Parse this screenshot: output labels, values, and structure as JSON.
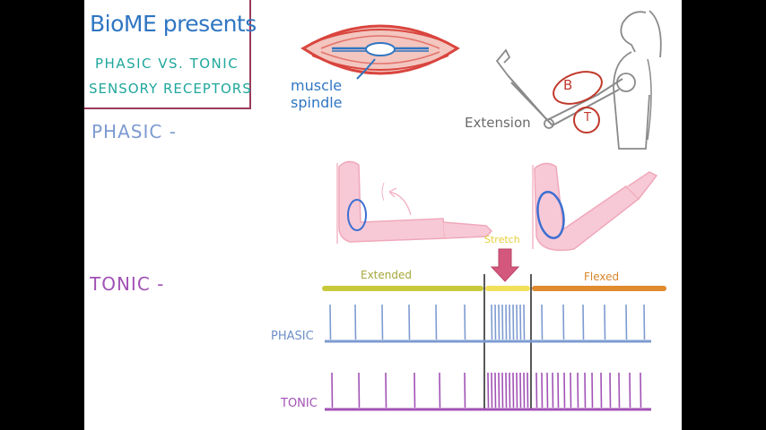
{
  "title": {
    "main": "BioME presents",
    "line1": "PHASIC VS. TONIC",
    "line2": "SENSORY RECEPTORS"
  },
  "headings": {
    "phasic": "PHASIC -",
    "tonic": "TONIC -"
  },
  "illustrations": {
    "spindle_label": "muscle spindle",
    "extension_label": "Extension",
    "biceps_label": "B",
    "triceps_label": "T",
    "stretch_label": "Stretch"
  },
  "timeline": {
    "phases": [
      "Extended",
      "Flexed"
    ],
    "rows": [
      "PHASIC",
      "TONIC"
    ]
  },
  "colors": {
    "title_blue": "#2f76c2",
    "teal": "#1fa79c",
    "frame": "#9b3b59",
    "phasic_blue": "#7d9bd1",
    "tonic_purple": "#a152b5",
    "arm_pink": "#f7c9d6",
    "muscle_red": "#d9453e",
    "extended_bar": "#c8c93a",
    "stretch_bar": "#f1e05a",
    "flexed_bar": "#e08a2e",
    "arrow_pink": "#d4577d"
  }
}
